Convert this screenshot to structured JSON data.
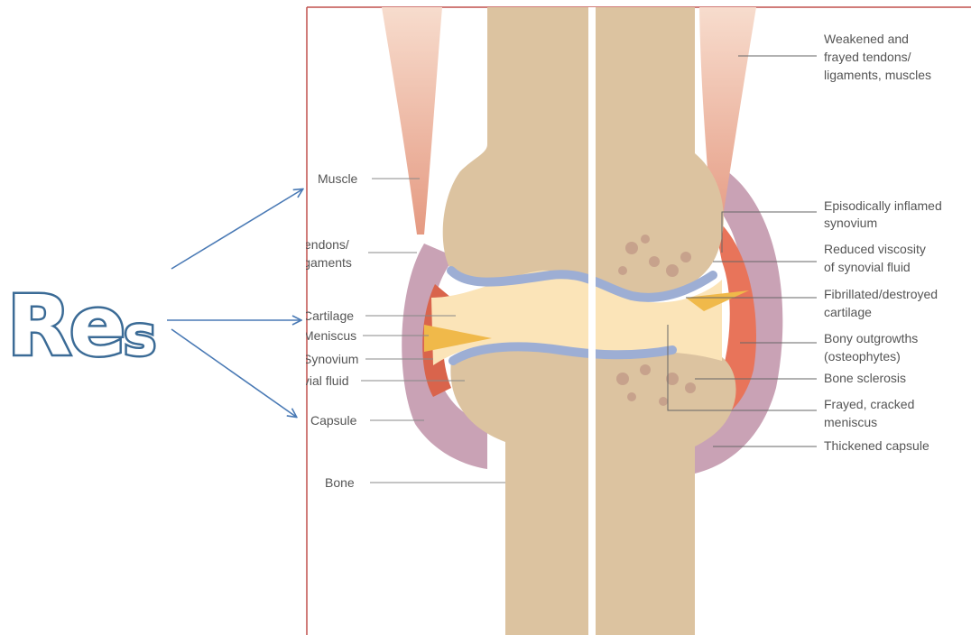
{
  "slide": {
    "title_main": "Re",
    "title_small": "s"
  },
  "left_labels": [
    {
      "key": "muscle",
      "text": "Muscle"
    },
    {
      "key": "tendons1",
      "text": "Tendons/"
    },
    {
      "key": "tendons2",
      "text": "ligaments"
    },
    {
      "key": "cartilage",
      "text": "Cartilage"
    },
    {
      "key": "meniscus",
      "text": "Meniscus"
    },
    {
      "key": "synovium",
      "text": "Synovium"
    },
    {
      "key": "synfluid",
      "text": "Synovial fluid"
    },
    {
      "key": "capsule",
      "text": "Capsule"
    },
    {
      "key": "bone",
      "text": "Bone"
    }
  ],
  "right_labels": [
    {
      "key": "weak1",
      "text": "Weakened and"
    },
    {
      "key": "weak2",
      "text": "frayed tendons/"
    },
    {
      "key": "weak3",
      "text": "ligaments, muscles"
    },
    {
      "key": "epi1",
      "text": "Episodically inflamed"
    },
    {
      "key": "epi2",
      "text": "synovium"
    },
    {
      "key": "red1",
      "text": "Reduced viscosity"
    },
    {
      "key": "red2",
      "text": "of synovial fluid"
    },
    {
      "key": "fib1",
      "text": "Fibrillated/destroyed"
    },
    {
      "key": "fib2",
      "text": "cartilage"
    },
    {
      "key": "bony1",
      "text": "Bony outgrowths"
    },
    {
      "key": "bony2",
      "text": "(osteophytes)"
    },
    {
      "key": "scl",
      "text": "Bone sclerosis"
    },
    {
      "key": "fray1",
      "text": "Frayed, cracked"
    },
    {
      "key": "fray2",
      "text": "meniscus"
    },
    {
      "key": "thick",
      "text": "Thickened capsule"
    }
  ],
  "colors": {
    "bone": "#dcc3a0",
    "muscle": "#eab09a",
    "capsule": "#c9a2b5",
    "cartilage": "#9daed4",
    "synovial_fluid": "#fbe4b8",
    "inflamed": "#e8745a",
    "frame": "#c0504d",
    "arrow": "#4a7ab5"
  }
}
